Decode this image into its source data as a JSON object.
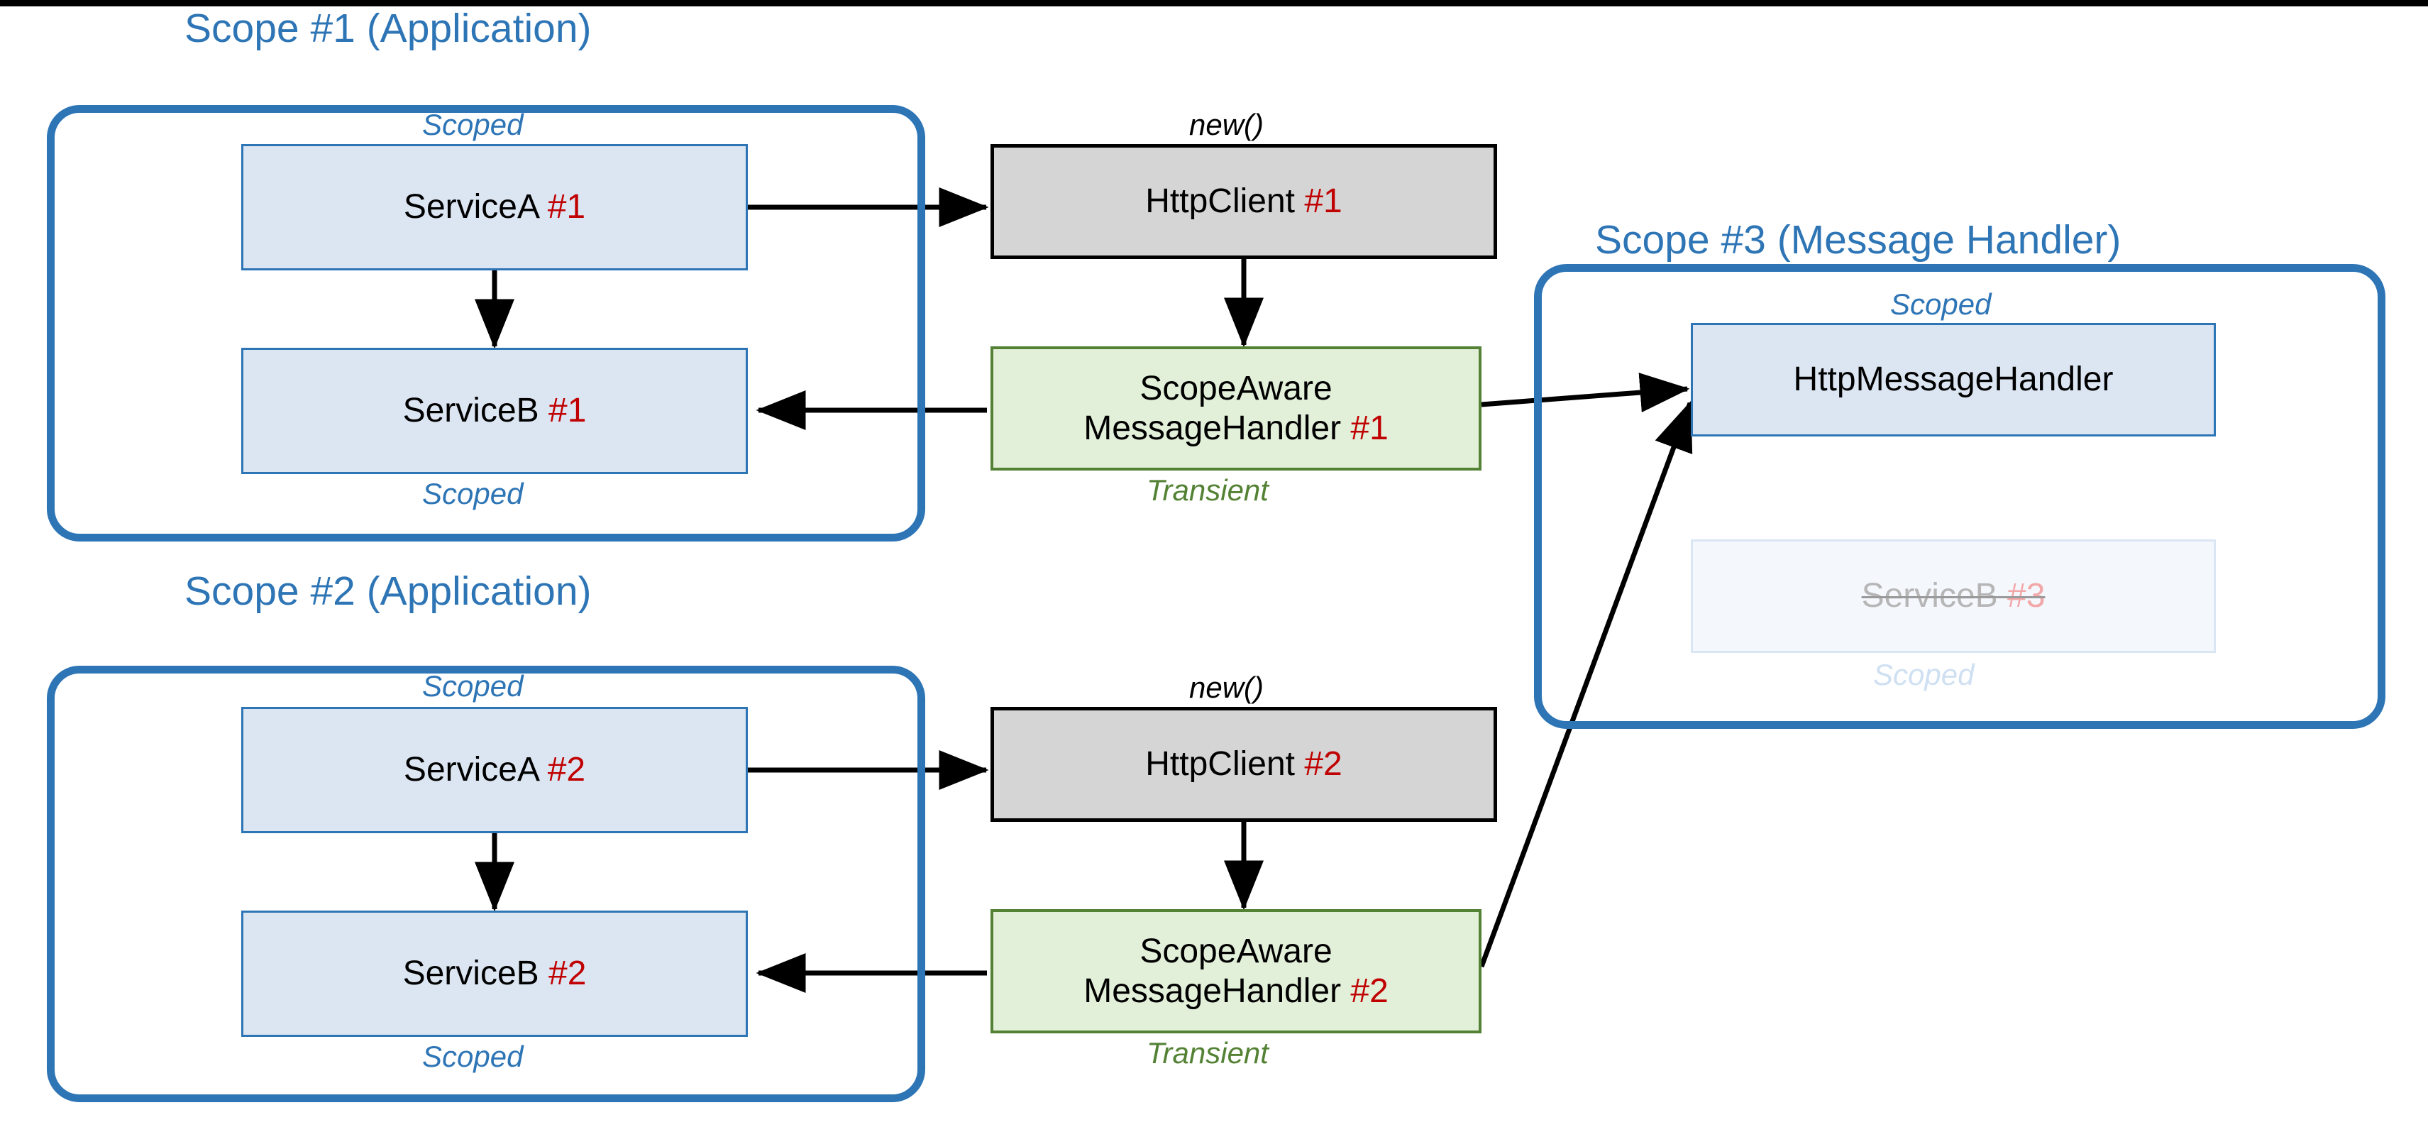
{
  "diagram": {
    "title": "Dependency Injection scopes with HttpClient and ScopeAware message handlers",
    "background": "#ffffff",
    "colors": {
      "scope_border": "#2e75b6",
      "scope_title": "#2e75b6",
      "node_blue_fill": "#dce6f2",
      "node_blue_border": "#2e75b6",
      "node_gray_fill": "#d5d5d5",
      "node_gray_border": "#000000",
      "node_green_fill": "#e2efd9",
      "node_green_border": "#548235",
      "instance_number": "#c00000",
      "scoped_label": "#2e75b6",
      "transient_label": "#548235",
      "new_label": "#000000",
      "ghost_text": "#b6b6b6",
      "ghost_fill": "#f4f8fd",
      "arrow": "#000000"
    }
  },
  "scopes": [
    {
      "id": "scope1",
      "title": "Scope #1 (Application)",
      "top_label": "Scoped",
      "bottom_label": "Scoped",
      "nodes": [
        {
          "id": "serviceA1",
          "name": "ServiceA",
          "instance": "#1",
          "kind": "blue"
        },
        {
          "id": "serviceB1",
          "name": "ServiceB",
          "instance": "#1",
          "kind": "blue"
        }
      ]
    },
    {
      "id": "scope2",
      "title": "Scope #2 (Application)",
      "top_label": "Scoped",
      "bottom_label": "Scoped",
      "nodes": [
        {
          "id": "serviceA2",
          "name": "ServiceA",
          "instance": "#2",
          "kind": "blue"
        },
        {
          "id": "serviceB2",
          "name": "ServiceB",
          "instance": "#2",
          "kind": "blue"
        }
      ]
    },
    {
      "id": "scope3",
      "title": "Scope #3 (Message Handler)",
      "top_label": "Scoped",
      "bottom_label": "Scoped",
      "nodes": [
        {
          "id": "httpMessageHandler",
          "name": "HttpMessageHandler",
          "instance": "",
          "kind": "blue"
        },
        {
          "id": "serviceB3",
          "name": "ServiceB",
          "instance": "#3",
          "kind": "ghost",
          "struck_out": true
        }
      ]
    }
  ],
  "outside_nodes": [
    {
      "id": "httpClient1",
      "name": "HttpClient",
      "instance": "#1",
      "kind": "gray",
      "label_above": "new()"
    },
    {
      "id": "handler1",
      "line1": "ScopeAware",
      "line2": "MessageHandler",
      "instance": "#1",
      "kind": "green",
      "label_below": "Transient"
    },
    {
      "id": "httpClient2",
      "name": "HttpClient",
      "instance": "#2",
      "kind": "gray",
      "label_above": "new()"
    },
    {
      "id": "handler2",
      "line1": "ScopeAware",
      "line2": "MessageHandler",
      "instance": "#2",
      "kind": "green",
      "label_below": "Transient"
    }
  ],
  "labels": {
    "scoped": "Scoped",
    "transient": "Transient",
    "new_call": "new()"
  },
  "edges": [
    {
      "from": "serviceA1",
      "to": "httpClient1",
      "style": "solid-arrow"
    },
    {
      "from": "serviceA1",
      "to": "serviceB1",
      "style": "solid-arrow"
    },
    {
      "from": "httpClient1",
      "to": "handler1",
      "style": "solid-arrow"
    },
    {
      "from": "handler1",
      "to": "serviceB1",
      "style": "solid-arrow"
    },
    {
      "from": "handler1",
      "to": "httpMessageHandler",
      "style": "solid-arrow"
    },
    {
      "from": "serviceA2",
      "to": "httpClient2",
      "style": "solid-arrow"
    },
    {
      "from": "serviceA2",
      "to": "serviceB2",
      "style": "solid-arrow"
    },
    {
      "from": "httpClient2",
      "to": "handler2",
      "style": "solid-arrow"
    },
    {
      "from": "handler2",
      "to": "serviceB2",
      "style": "solid-arrow"
    },
    {
      "from": "handler2",
      "to": "httpMessageHandler",
      "style": "solid-arrow"
    }
  ]
}
